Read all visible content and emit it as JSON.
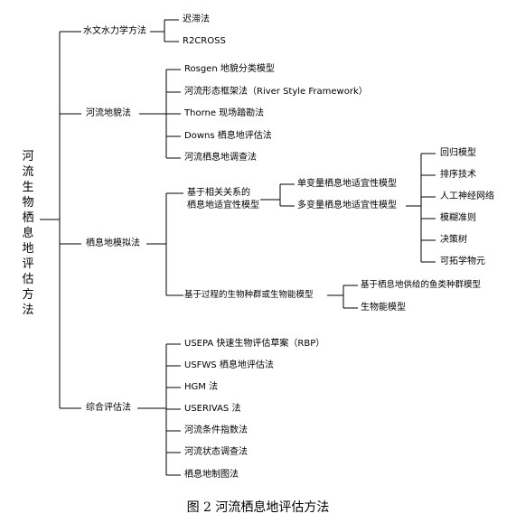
{
  "root": "河流生物栖息地评估方法",
  "categories": {
    "hydro": {
      "label": "水文水力学方法",
      "items": [
        "迟滞法",
        "R2CROSS"
      ]
    },
    "landform": {
      "label": "河流地貌法",
      "items": [
        "Rosgen 地貌分类模型",
        "河流形态框架法（River Style Framework）",
        "Thorne 现场踏勘法",
        "Downs 栖息地评估法",
        "河流栖息地调查法"
      ]
    },
    "habitat_model": {
      "label": "栖息地模拟法",
      "corr": {
        "label_line1": "基于相关关系的",
        "label_line2": "栖息地适宜性模型",
        "single": "单变量栖息地适宜性模型",
        "multi": "多变量栖息地适宜性模型",
        "multi_items": [
          "回归模型",
          "排序技术",
          "人工神经网络",
          "模糊准则",
          "决策树",
          "可拓学物元"
        ]
      },
      "process": {
        "label": "基于过程的生物种群或生物能模型",
        "items": [
          "基于栖息地供给的鱼类种群模型",
          "生物能模型"
        ]
      }
    },
    "integrated": {
      "label": "综合评估法",
      "items": [
        "USEPA 快速生物评估草案（RBP）",
        "USFWS 栖息地评估法",
        "HGM 法",
        "USERIVAS 法",
        "河流条件指数法",
        "河流状态调查法",
        "栖息地制图法"
      ]
    }
  },
  "caption": "图 2  河流栖息地评估方法"
}
